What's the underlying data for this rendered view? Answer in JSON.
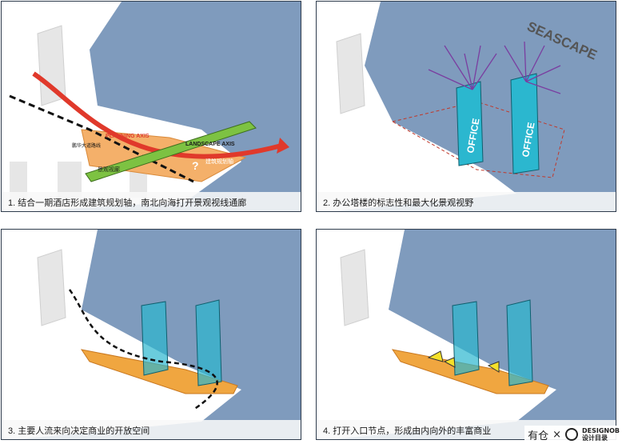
{
  "panels": [
    {
      "caption": "1. 结合一期酒店形成建筑规划轴，南北向海打开景观视线通廊",
      "labels": {
        "planning_axis": "PLANNING AXIS",
        "landscape_axis": "LANDSCAPE AXIS",
        "view_corridor": "景观视廊",
        "planning_axis_cn": "建筑规划轴",
        "street": "鹏华大道路线",
        "question": "?"
      }
    },
    {
      "caption": "2. 办公塔楼的标志性和最大化景观视野",
      "labels": {
        "seascape": "SEASCAPE",
        "office_1": "OFFICE",
        "office_2": "OFFICE"
      }
    },
    {
      "caption": "3. 主要人流来向决定商业的开放空间"
    },
    {
      "caption": "4. 打开入口节点，形成由内向外的丰富商业"
    }
  ],
  "watermark": {
    "text": "有仓",
    "separator": "×",
    "brand_line1": "DESIGNOB",
    "brand_line2": "设计目录"
  },
  "colors": {
    "sea": "#7f9bbd",
    "land": "#ffffff",
    "building": "#e8e8e8",
    "planning_axis": "#e0392b",
    "landscape_axis": "#7dc242",
    "tower": "#2bb7cf",
    "podium": "#f0a640",
    "view_lines": "#7a3ea0"
  }
}
